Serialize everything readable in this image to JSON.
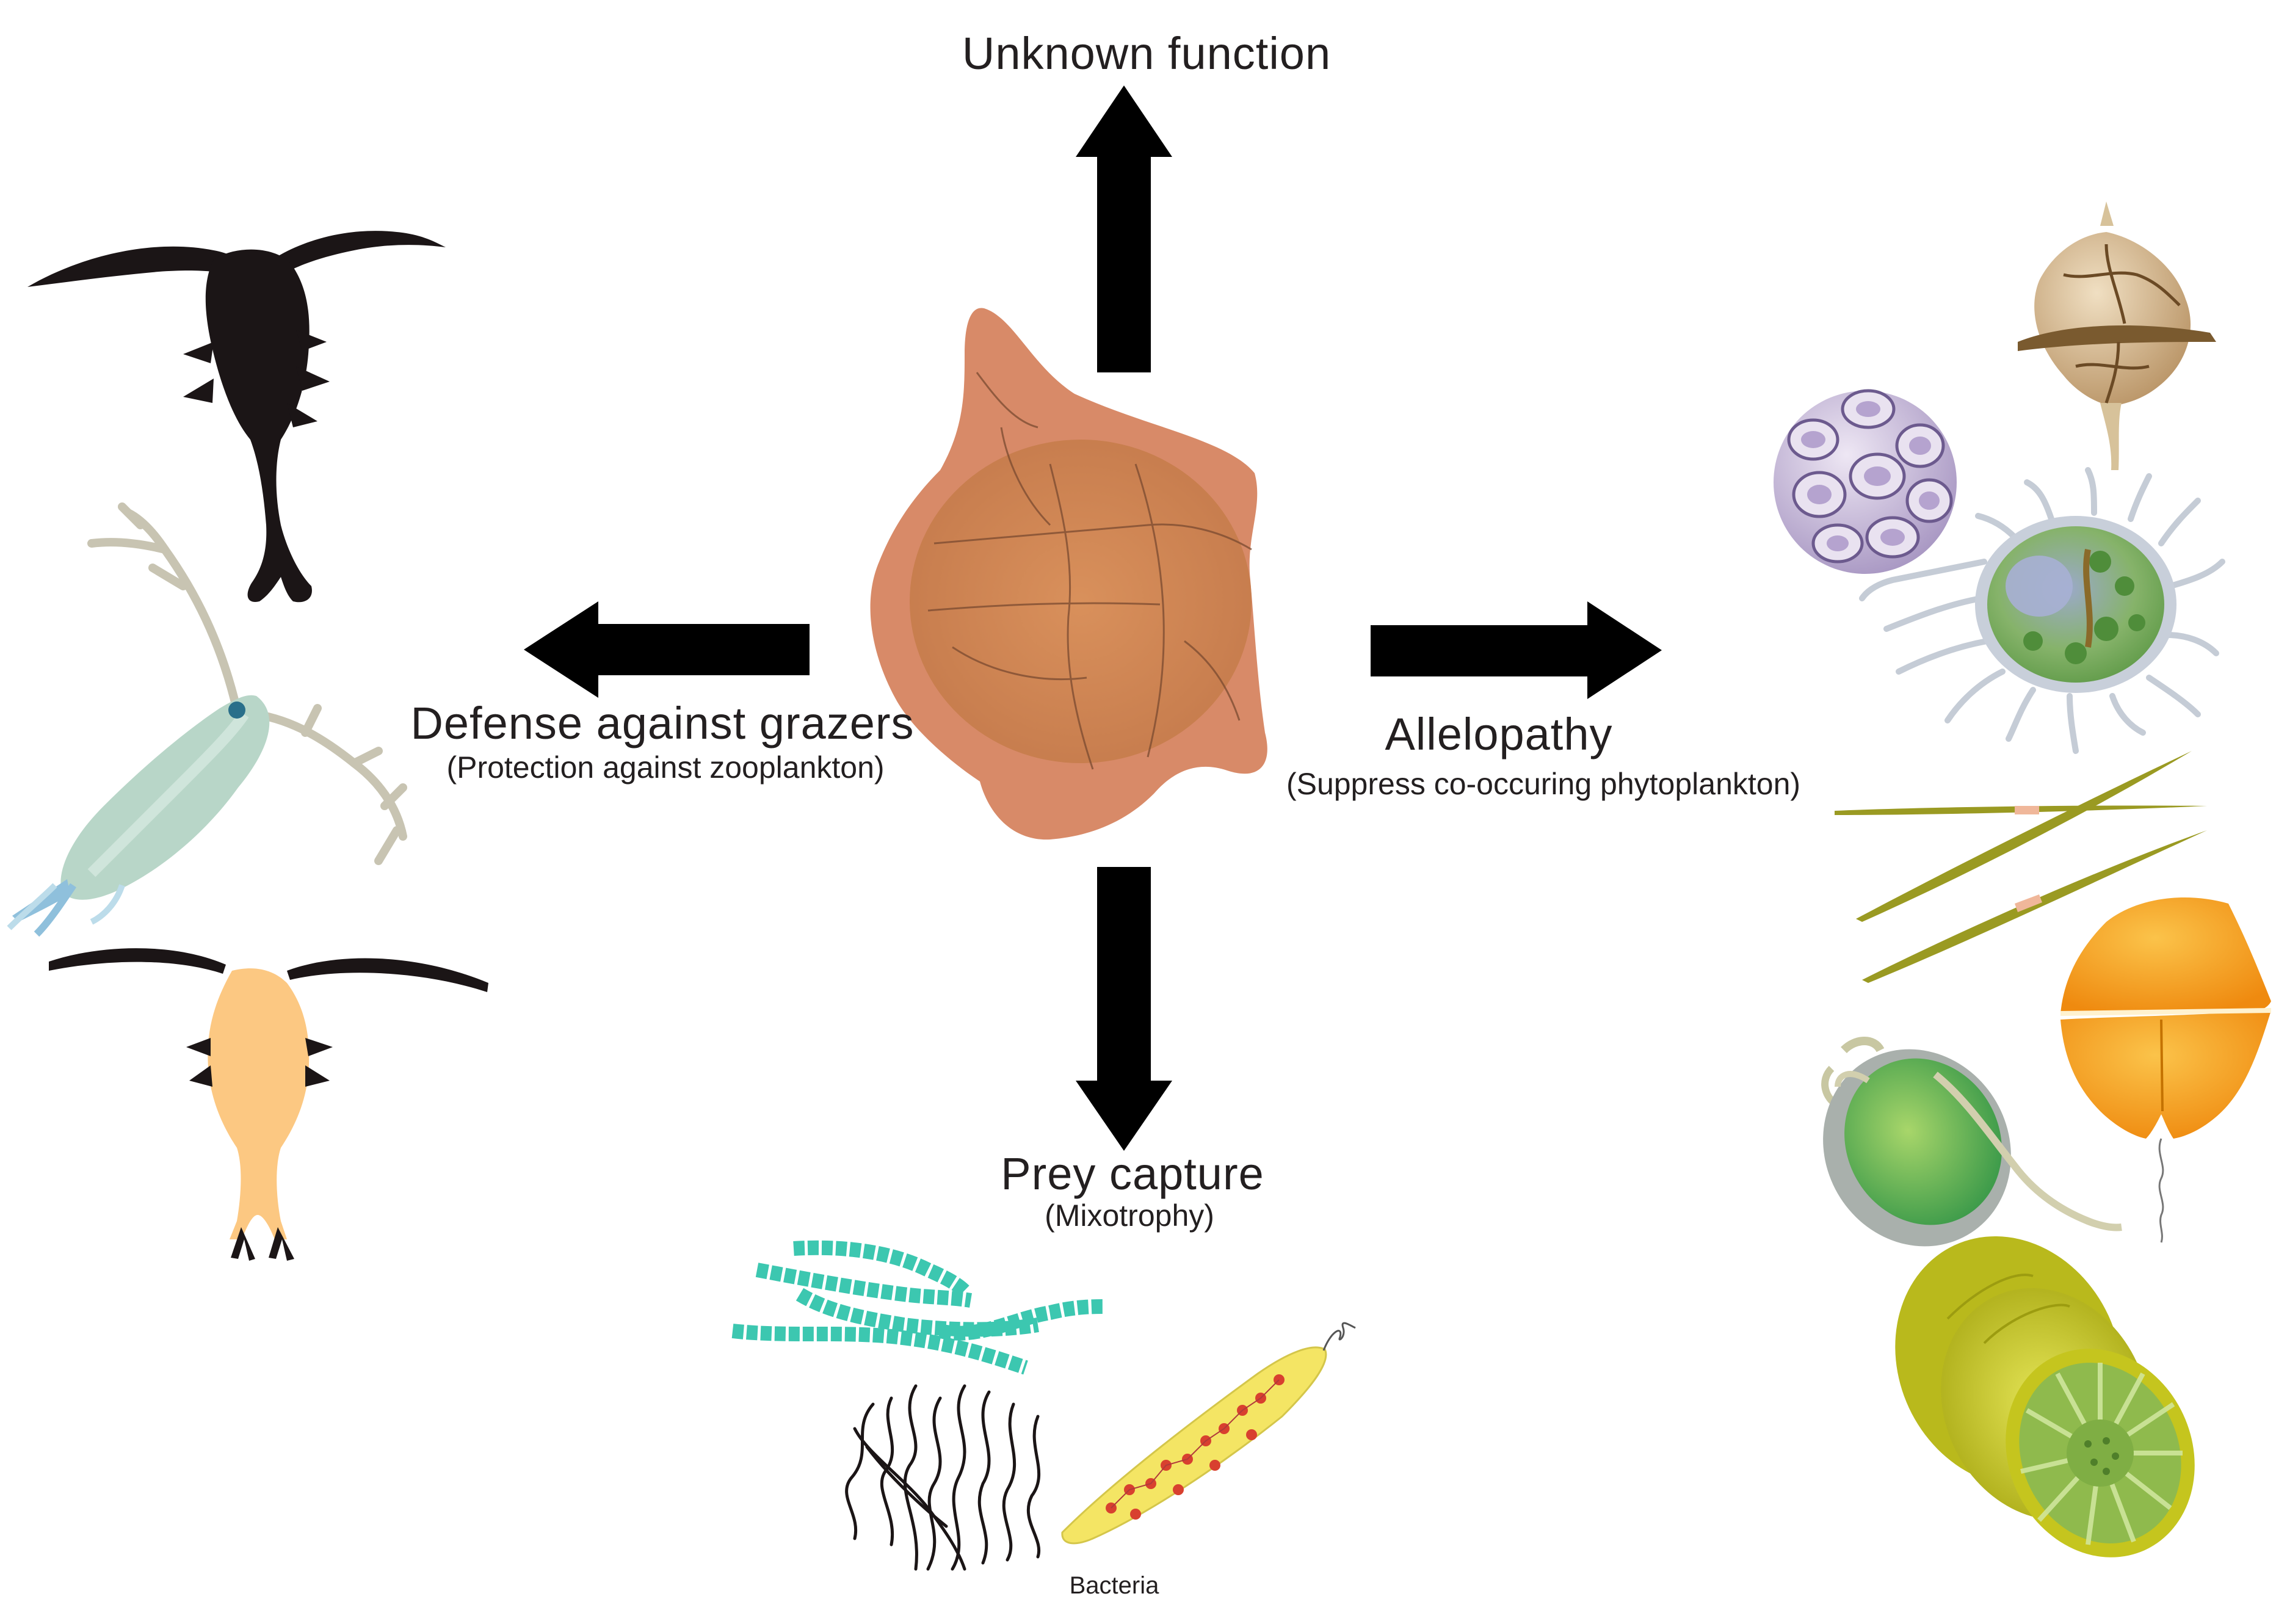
{
  "labels": {
    "unknown_function": "Unknown function",
    "defense_title": "Defense against grazers",
    "defense_subtitle": "(Protection against zooplankton)",
    "allelopathy_title": "Allelopathy",
    "allelopathy_subtitle": "(Suppress co-occuring phytoplankton)",
    "prey_title": "Prey capture",
    "prey_subtitle": "(Mixotrophy)",
    "bacteria": "Bacteria"
  },
  "colors": {
    "arrow": "#000000",
    "dinoflagellate": "#d88a68",
    "dinoflagellate_inner": "#c97d4c",
    "copepod_black": "#1b1516",
    "copepod_teal": "#c2ddd2",
    "copepod_orange": "#fcc882",
    "cyanobacteria": "#3cc7b0",
    "diatom": "#9a9a22",
    "orange_dino": "#f7a41a",
    "green_cell": "#6ab24f",
    "coccolith": "#c7bad9",
    "cylinder": "#d0d025",
    "bacteria_cell": "#f4e564"
  },
  "icons": {
    "center": "dinoflagellate-icon",
    "grazers": [
      "black-copepod-icon",
      "teal-copepod-icon",
      "orange-copepod-icon"
    ],
    "phytoplankton": [
      "thecate-dinoflagellate-icon",
      "coccolithophore-icon",
      "green-flagellate-icon",
      "diatom-needles-icon",
      "orange-dinoflagellate-icon",
      "green-flagellate-2-icon",
      "centric-diatom-icon"
    ],
    "prey": [
      "cyanobacteria-filaments-icon",
      "black-filaments-icon",
      "bacteria-cell-icon"
    ]
  }
}
